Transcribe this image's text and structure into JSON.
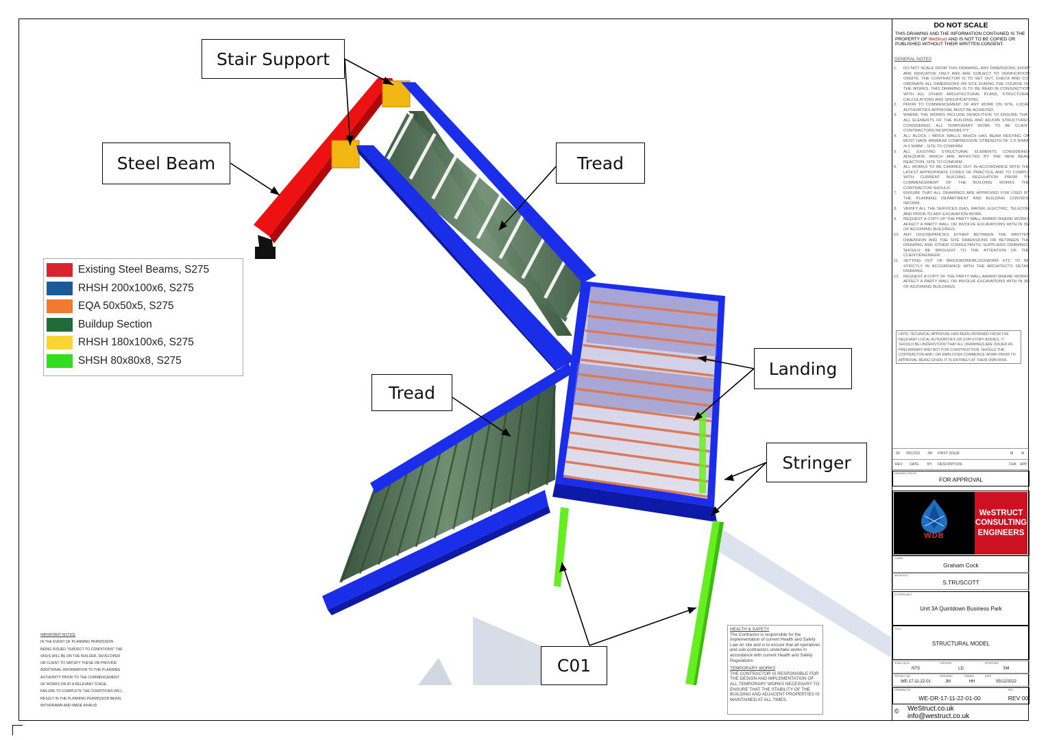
{
  "callouts": {
    "stair_support": "Stair Support",
    "steel_beam": "Steel Beam",
    "tread_upper": "Tread",
    "tread_lower": "Tread",
    "landing": "Landing",
    "stringer": "Stringer",
    "c01": "C01"
  },
  "legend": [
    {
      "label": "Existing Steel Beams, S275",
      "color": "#d9232d"
    },
    {
      "label": "RHSH 200x100x6, S275",
      "color": "#1a5a96"
    },
    {
      "label": "EQA 50x50x5, S275",
      "color": "#f07a30"
    },
    {
      "label": "Buildup Section",
      "color": "#1e6b38"
    },
    {
      "label": "RHSH 180x100x6, S275",
      "color": "#fbd535"
    },
    {
      "label": "SHSH 80x80x8, S275",
      "color": "#33dd22"
    }
  ],
  "colors": {
    "stringer_blue": "#1a2eea",
    "tread_green": "#4a6b4e",
    "beam_red": "#ee1111",
    "support_yellow": "#f2b712",
    "column_green": "#66ee22",
    "brand_red": "#cc1122"
  },
  "important_notice": {
    "heading": "Important notice",
    "body": "In the event of planning permission being issued \"subject to conditions\" the onus will be on the builder, developer or client to satisfy these or provide additional information to the planning authority prior to the commencement of works or at a relevant stage. Failure to complete the conditions will result in the planning permission being withdrawn and made invalid"
  },
  "health_safety": {
    "heading": "Health & Safety",
    "body": "The Contractor is responsible for the implementation of current Health and Safety Law on site and is to ensure that all operatives and sub-contractors undertake works in accordance with current Health and Safety Regulations",
    "temp_heading": "Temporary works",
    "temp_body": "The contractor is responsible for the design and implementation of all temporary works necessary to ensure that the stability of the building and adjacent properties is maintained at all times."
  },
  "title_block": {
    "do_not_scale": "DO NOT SCALE",
    "property_pre": "THIS DRAWING AND THE INFORMATION CONTAINED IS THE PROPERTY OF",
    "property_brand": "WeStruct",
    "property_post": "AND IS NOT TO BE COPIED OR PUBLISHED WITHOUT THEIR WRITTEN CONSENT.",
    "general_notes_heading": "GENERAL NOTES",
    "notes": [
      "Do not scale from this drawing, any dimensions show are indicative only and are subject to verification onsite. The contractor is to set out, check and co-ordinate all dimensions on site during the course of the works. This drawing is to be read in conjunction with all other architectural plans, structural calculations and specifications.",
      "Prior to commencement of any work on site, local authorities approval must be achieved.",
      "Where the works include demolition to ensure that all elements of the building and adjoin structures considered, all temporary work to be client contractors responsibility.",
      "All block / brick walls which has beam resting on must have minimum compressive strength of 2.8 N/mm² /4.5 N/mm² , site to confirm.",
      "All existing structural elements considered adequate which are affected by the new beam reaction, site to confirm.",
      "All works to be carried out in accordance with the latest appropriate codes of practice and to comply with current building regulation prior to commencement of the building works the contractor should.",
      "Ensure that all drawings are approved for used by the planning department and building control inform.",
      "Verify all the services (gas, water, electric, telecom and prior to any excavation work.",
      "Request a copy of the party wall award where works affect a party wall or involve excavations with in 3m of adjoining buildings.",
      "Any discrepancies either between the written dimension and the site dimensions or between the drawing and other consultants/ suppliers drawings should be brought to the attention of the client/engineer.",
      "Setting out of brickwork/blockwork etc to be strictly in accordance with the architects detail drawing.",
      "Request a copy of the party wall award where works affect a party wall or involve excavations with in 3m of adjoining buildings."
    ],
    "approval_note": "Until technical approval has been obtained from the relevant local authorities or statutory bodies, it should be understood that all drawings are issued as preliminary and not for construction. Should the contractor and / or employer commence work prior to approval being given, it is entirely at their own risk.",
    "revision_row": {
      "rev": "00",
      "date": "05/12/22",
      "by": "JM",
      "description": "FIRST ISSUE",
      "chk": "M",
      "app": "M"
    },
    "revision_headers": {
      "rev": "REV",
      "date": "DATE",
      "by": "BY",
      "description": "DESCRIPTION",
      "chk": "CHK",
      "app": "APP"
    },
    "drawing_status_label": "DRAWING STATUS",
    "drawing_status": "FOR APPROVAL",
    "logo_text": "WDB",
    "company": "WeSTRUCT CONSULTING ENGINEERS",
    "client_label": "CLIENT",
    "client": "Graham Cock",
    "architect_label": "ARCHITECT",
    "architect": "S.TRUSCOTT",
    "site_label": "SITE/PROJECT",
    "site": "Unit 3A Quintdown Business Park",
    "title_label": "TITLE",
    "title": "STRUCTURAL MODEL",
    "scale_label": "SCALE @ A3",
    "scale": "NTS",
    "checked_label": "CHECKED",
    "checked": "LD",
    "approved_label": "APPROVED",
    "approved": "SM",
    "project_label": "PROJECT NO",
    "project": "WE-17-11-22-01",
    "designed_label": "DESIGNED",
    "designed": "JM",
    "drawn_label": "DRAWN",
    "drawn": "HH",
    "date_label": "DATE",
    "date": "05/12/2022",
    "drawing_no_label": "DRAWING No",
    "drawing_no": "WE-DR-17-11-22-01-00",
    "rev_label": "REV",
    "rev": "REV 00",
    "copyright": "©",
    "website": "WeStruct.co.uk",
    "email": "info@westruct.co.uk"
  }
}
